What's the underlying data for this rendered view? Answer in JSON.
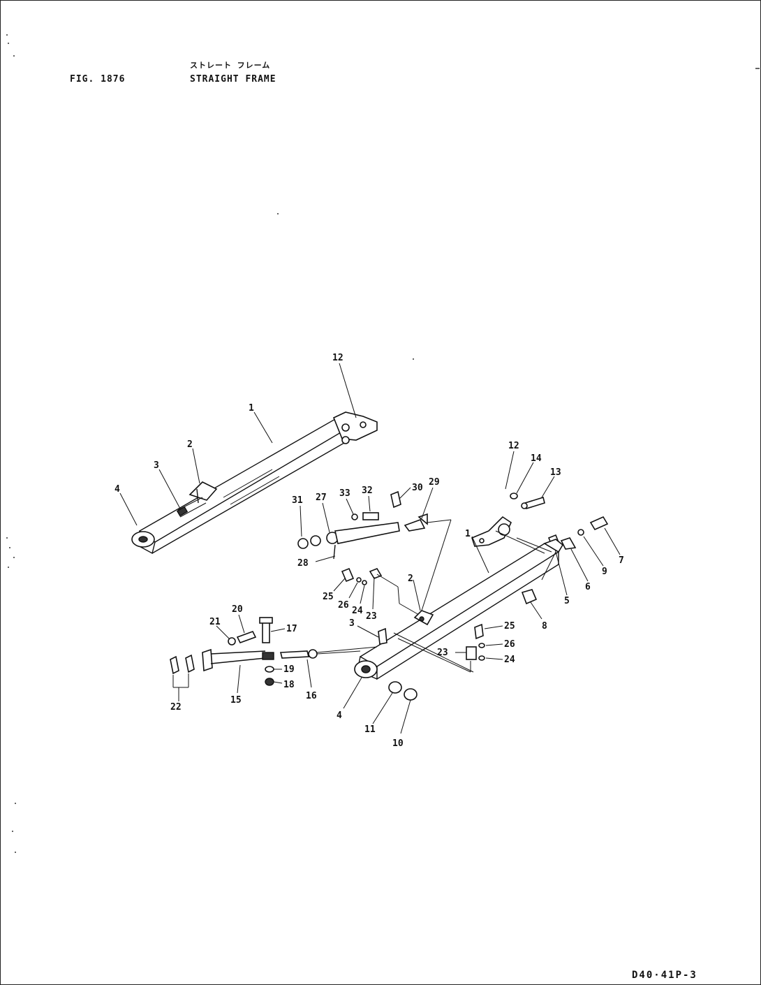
{
  "header": {
    "fig_number": "FIG. 1876",
    "title_jp": "ストレート フレーム",
    "title_en": "STRAIGHT FRAME"
  },
  "footer": {
    "doc_code": "D40·41P-3"
  },
  "callouts": {
    "upper_frame": [
      "12",
      "1",
      "2",
      "3",
      "4"
    ],
    "right_bracket": [
      "12",
      "14",
      "13",
      "7",
      "9",
      "6",
      "5",
      "8"
    ],
    "center_rod": [
      "31",
      "27",
      "33",
      "32",
      "30",
      "29",
      "28",
      "25",
      "26",
      "24",
      "23"
    ],
    "lower_frame": [
      "1",
      "2",
      "3",
      "4",
      "11",
      "10",
      "25",
      "26",
      "23",
      "24"
    ],
    "left_link": [
      "20",
      "21",
      "17",
      "19",
      "18",
      "16",
      "15",
      "22"
    ]
  }
}
